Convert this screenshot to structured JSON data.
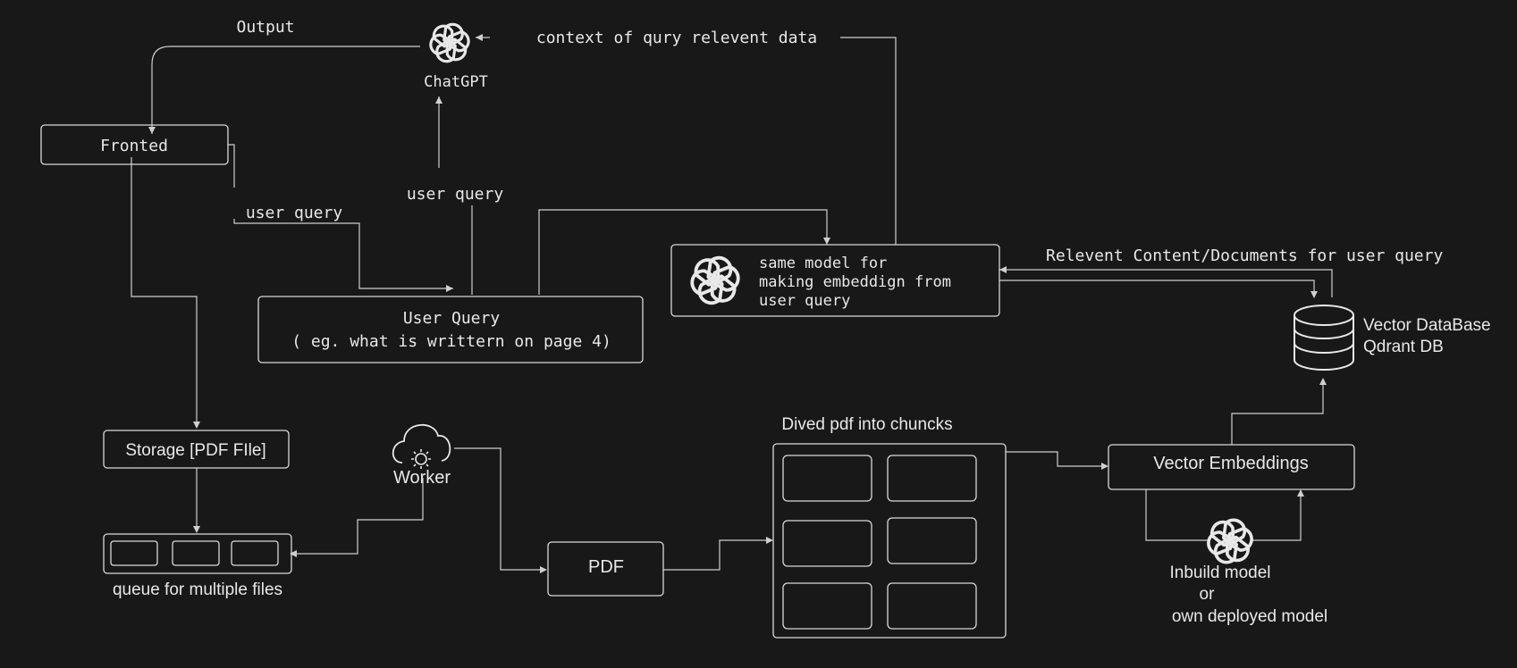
{
  "labels": {
    "output": "Output",
    "chatgpt": "ChatGPT",
    "context": "context of qury relevent data",
    "fronted": "Fronted",
    "user_query_left": "user query",
    "user_query_mid": "user query",
    "user_query_box_line1": "User Query",
    "user_query_box_line2": "( eg. what is writtern on page 4)",
    "embed_line1": "same model for",
    "embed_line2": "making embeddign from",
    "embed_line3": "user query",
    "relevent": "Relevent Content/Documents for user query",
    "vector_db_line1": "Vector DataBase",
    "vector_db_line2": "Qdrant DB",
    "storage": "Storage [PDF FIle]",
    "worker": "Worker",
    "queue": "queue for multiple files",
    "pdf": "PDF",
    "chunks": "Dived pdf into chuncks",
    "vector_embeddings": "Vector Embeddings",
    "inbuild_line1": "Inbuild model",
    "inbuild_line2": "or",
    "inbuild_line3": "own deployed model"
  },
  "icons": {
    "openai": "openai-logo-icon",
    "cloud": "cloud-icon",
    "gear": "gear-icon",
    "database": "database-icon"
  },
  "colors": {
    "background": "#181818",
    "stroke": "#d9d9d9",
    "text": "#e8e8e8"
  }
}
